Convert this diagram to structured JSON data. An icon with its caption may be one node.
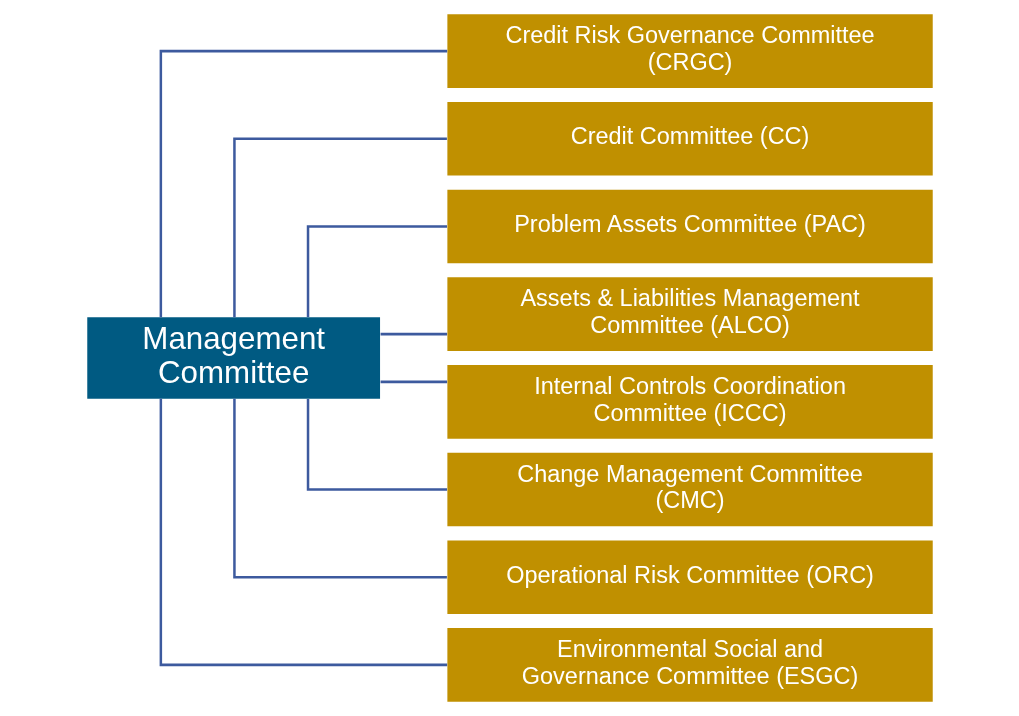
{
  "diagram": {
    "nodes": [
      {
        "text": [
          "Management Committee"
        ]
      },
      {
        "text": [
          "Credit Risk Governance Committee (CRGC)"
        ]
      },
      {
        "text": [
          "Credit Committee (CC)"
        ]
      },
      {
        "text": [
          "Problem Assets Committee (PAC)"
        ]
      },
      {
        "text": [
          "Assets & Liabilities Management Committee (ALCO)"
        ]
      },
      {
        "text": [
          "Internal Controls Coordination Committee (ICCC)"
        ]
      },
      {
        "text": [
          "Change Management Committee (CMC)"
        ]
      },
      {
        "text": [
          "Operational Risk Committee (ORC)"
        ]
      },
      {
        "text": [
          "Environmental Social and Governance Committee (ESGC)"
        ]
      }
    ],
    "edges": [
      {
        "from": 0,
        "to": 1,
        "arrow": "none"
      },
      {
        "from": 0,
        "to": 2,
        "arrow": "none"
      },
      {
        "from": 0,
        "to": 3,
        "arrow": "none"
      },
      {
        "from": 0,
        "to": 4,
        "arrow": "none"
      },
      {
        "from": 0,
        "to": 5,
        "arrow": "none"
      },
      {
        "from": 0,
        "to": 6,
        "arrow": "none"
      },
      {
        "from": 0,
        "to": 7,
        "arrow": "none"
      },
      {
        "from": 0,
        "to": 8,
        "arrow": "none"
      }
    ]
  }
}
